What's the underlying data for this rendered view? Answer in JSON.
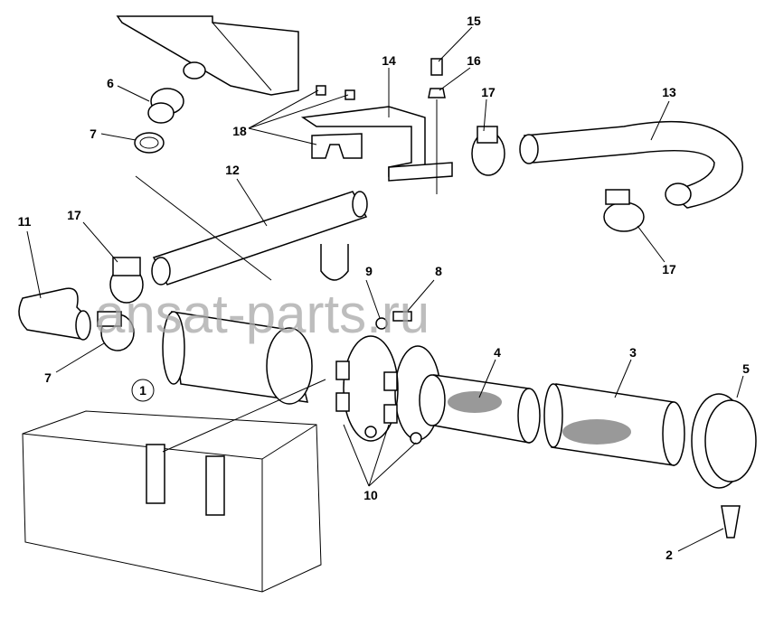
{
  "watermark": "ansat-parts.ru",
  "callouts": {
    "c1": "1",
    "c2": "2",
    "c3": "3",
    "c4": "4",
    "c5": "5",
    "c6": "6",
    "c7a": "7",
    "c7b": "7",
    "c8": "8",
    "c9": "9",
    "c10": "10",
    "c11": "11",
    "c12": "12",
    "c13": "13",
    "c14": "14",
    "c15": "15",
    "c16": "16",
    "c17a": "17",
    "c17b": "17",
    "c17c": "17",
    "c18": "18"
  }
}
